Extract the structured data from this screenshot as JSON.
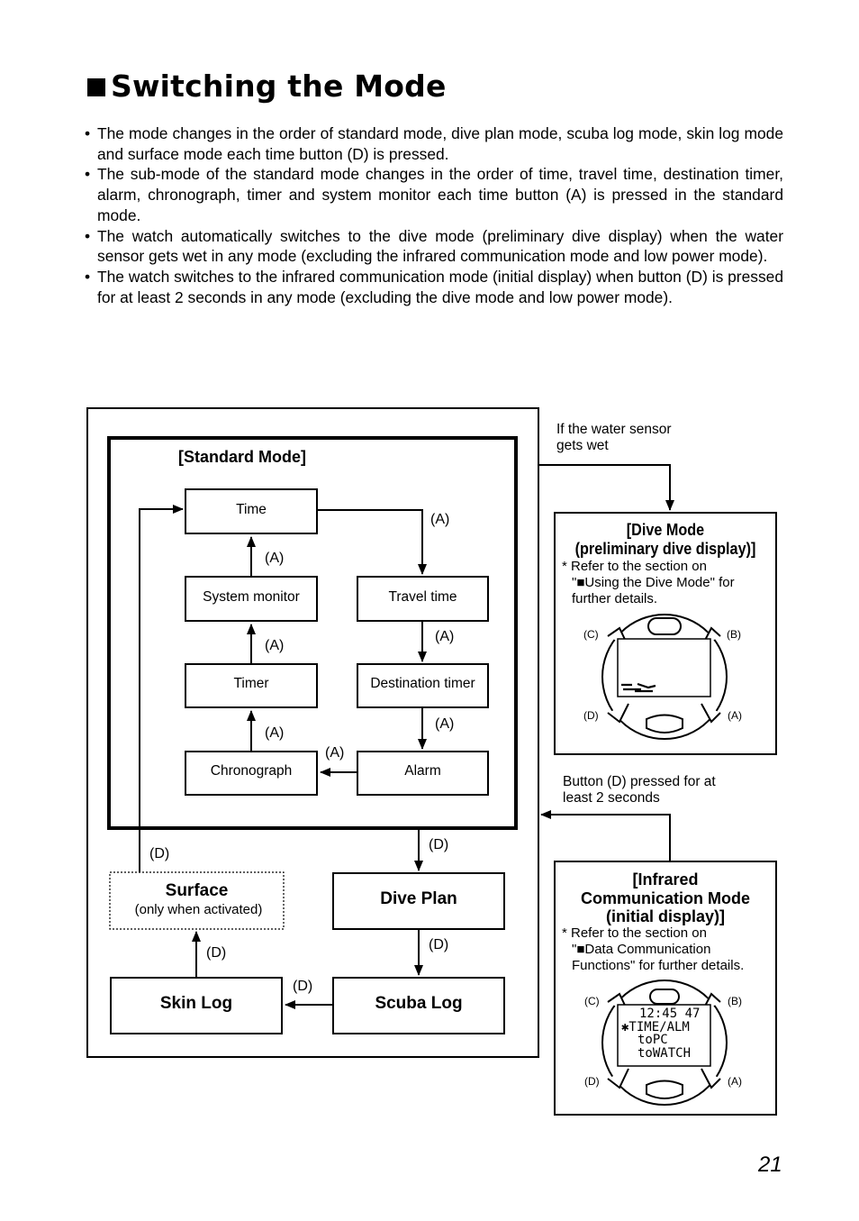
{
  "heading": "Switching the Mode",
  "bullets": [
    "The mode changes in the order of standard mode, dive plan mode, scuba log mode, skin log mode and surface mode each time button (D) is pressed.",
    "The sub-mode of the standard mode changes in the order of time, travel time, destination timer, alarm, chronograph, timer and system monitor each time button (A) is pressed in the standard mode.",
    "The watch automatically switches to the dive mode (preliminary dive display) when the water sensor gets wet in any mode (excluding the infrared communication mode and low power mode).",
    "The watch switches to the infrared communication mode (initial display) when button (D) is pressed for at least 2 seconds in any mode (excluding the dive mode and low power mode)."
  ],
  "diagram": {
    "standard_mode_label": "[Standard Mode]",
    "boxes": {
      "time": "Time",
      "system_monitor": "System monitor",
      "timer": "Timer",
      "chronograph": "Chronograph",
      "travel_time": "Travel time",
      "destination_timer": "Destination timer",
      "alarm": "Alarm",
      "surface": "Surface",
      "surface_note": "(only when activated)",
      "dive_plan": "Dive Plan",
      "scuba_log": "Scuba Log",
      "skin_log": "Skin Log"
    },
    "button_a": "(A)",
    "button_d": "(D)",
    "water_sensor_note": [
      "If the water sensor",
      "gets wet"
    ],
    "button_d_hold_note": [
      "Button (D) pressed for at",
      "least 2 seconds"
    ],
    "dive_mode": {
      "title": [
        "[Dive Mode",
        "(preliminary dive display)]"
      ],
      "note": [
        "* Refer to the section on",
        "\"■Using the Dive Mode\" for",
        "further details."
      ],
      "buttons": [
        "(C)",
        "(B)",
        "(D)",
        "(A)"
      ]
    },
    "infrared_mode": {
      "title": [
        "[Infrared",
        "Communication Mode",
        "(initial display)]"
      ],
      "note": [
        "* Refer to the section on",
        "\"■Data Communication",
        "Functions\" for further details."
      ],
      "screen": [
        "12:45 47",
        "✱TIME/ALM",
        "toPC",
        "toWATCH"
      ],
      "buttons": [
        "(C)",
        "(B)",
        "(D)",
        "(A)"
      ]
    }
  },
  "page_number": "21"
}
